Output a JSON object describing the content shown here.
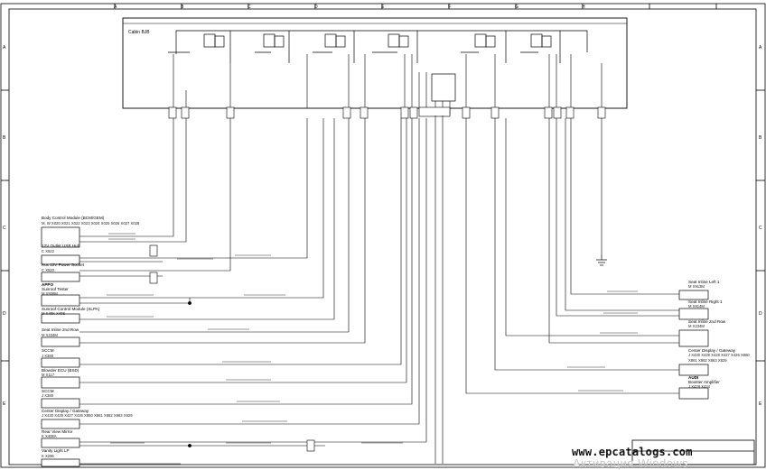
{
  "cabin_label": "Cabin BJB",
  "grid": {
    "columns": [
      "A",
      "B",
      "C",
      "D",
      "E",
      "F",
      "G",
      "H"
    ],
    "rows": [
      "A",
      "B",
      "C",
      "D",
      "E"
    ]
  },
  "left_modules": [
    {
      "title": "Body Control Module (BCM/GEM)",
      "sub": "M, W   X020  X021  X022  X023  X024  X025  X026  X027  X028"
    },
    {
      "title": "12V Outlet USB Hub",
      "sub": "C       X522"
    },
    {
      "title": "Aux 12V Power Socket",
      "sub": "C       X520"
    },
    {
      "title": "Sunroof Tester",
      "sub": "M       X938M"
    },
    {
      "title": "Sunroof Control Module (SLPA)",
      "sub": "M       X40K   X40S"
    },
    {
      "title": "Seat Inline 2nd Row",
      "sub": "M       X234M"
    },
    {
      "title": "SCCM",
      "sub": "J        X380"
    },
    {
      "title": "Blowder ECU (BSD)",
      "sub": "M       X117"
    },
    {
      "title": "SCCM",
      "sub": "J        X380"
    },
    {
      "title": "Center Display / Gateway",
      "sub": "J        X430  X429  X427  X426  X860  X861  X862  X863  X829"
    },
    {
      "title": "Rear View Mirror",
      "sub": "K       X408A"
    },
    {
      "title": "Vanity Light LP",
      "sub": "K       X296"
    }
  ],
  "right_modules": [
    {
      "title": "Seat Inline Left 1",
      "sub": "M        X913M"
    },
    {
      "title": "Seat Inline Right 1",
      "sub": "M        X914M"
    },
    {
      "title": "Seat Inline 2nd Row",
      "sub": "M        X234M"
    },
    {
      "title": "Center Display / Gateway",
      "sub": "J    X430  X429  X428  X427  X426  X860  X861  X862  X863  X829"
    },
    {
      "title": "Booster Amplifier",
      "sub": "J          X428   X424"
    }
  ],
  "audi_label": "AUDI",
  "appo_label": "APPO",
  "watermark": "www.epcatalogs.com",
  "overlay_text": "Активация Windows"
}
